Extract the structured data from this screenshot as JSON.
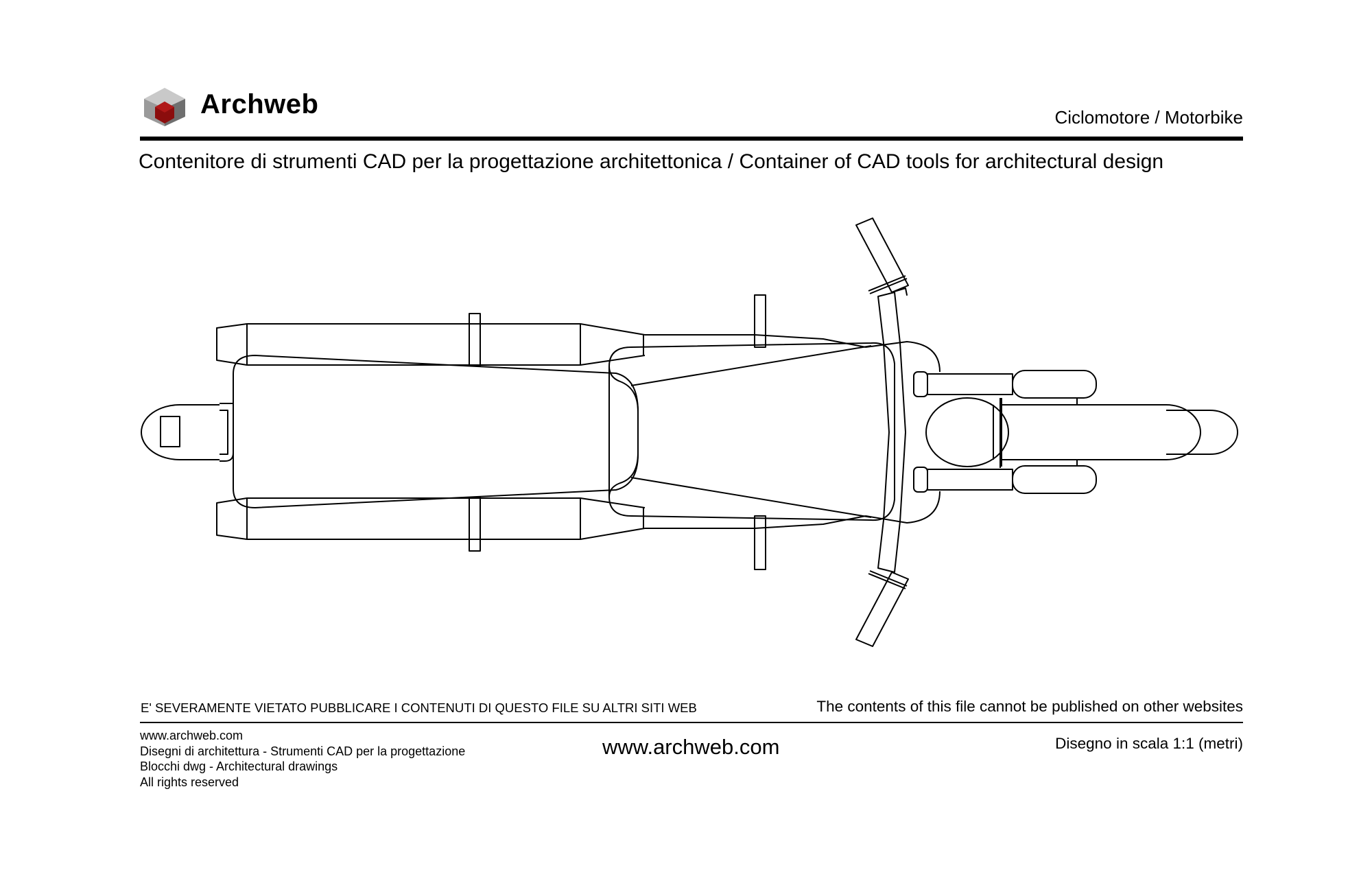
{
  "header": {
    "brand": "Archweb",
    "doc_title": "Ciclomotore  /  Motorbike",
    "subtitle": "Contenitore di strumenti CAD per la progettazione architettonica  /  Container of CAD tools for architectural design"
  },
  "footer": {
    "warning_it": "E' SEVERAMENTE VIETATO PUBBLICARE I CONTENUTI DI QUESTO FILE SU ALTRI SITI WEB",
    "warning_en": "The contents of this file cannot be published on other websites",
    "info_lines": [
      "www.archweb.com",
      "Disegni di architettura - Strumenti CAD  per la progettazione",
      "Blocchi dwg - Architectural drawings",
      "All rights reserved"
    ],
    "site_url": "www.archweb.com",
    "scale": "Disegno in scala 1:1 (metri)"
  },
  "colors": {
    "logo_red": "#8b0d0d",
    "logo_grey_light": "#c9c9c9",
    "logo_grey_mid": "#9a9a9a",
    "logo_grey_dark": "#6f6f6f",
    "ink": "#000000"
  },
  "icons": {
    "logo": "archweb-cube-logo-icon"
  }
}
